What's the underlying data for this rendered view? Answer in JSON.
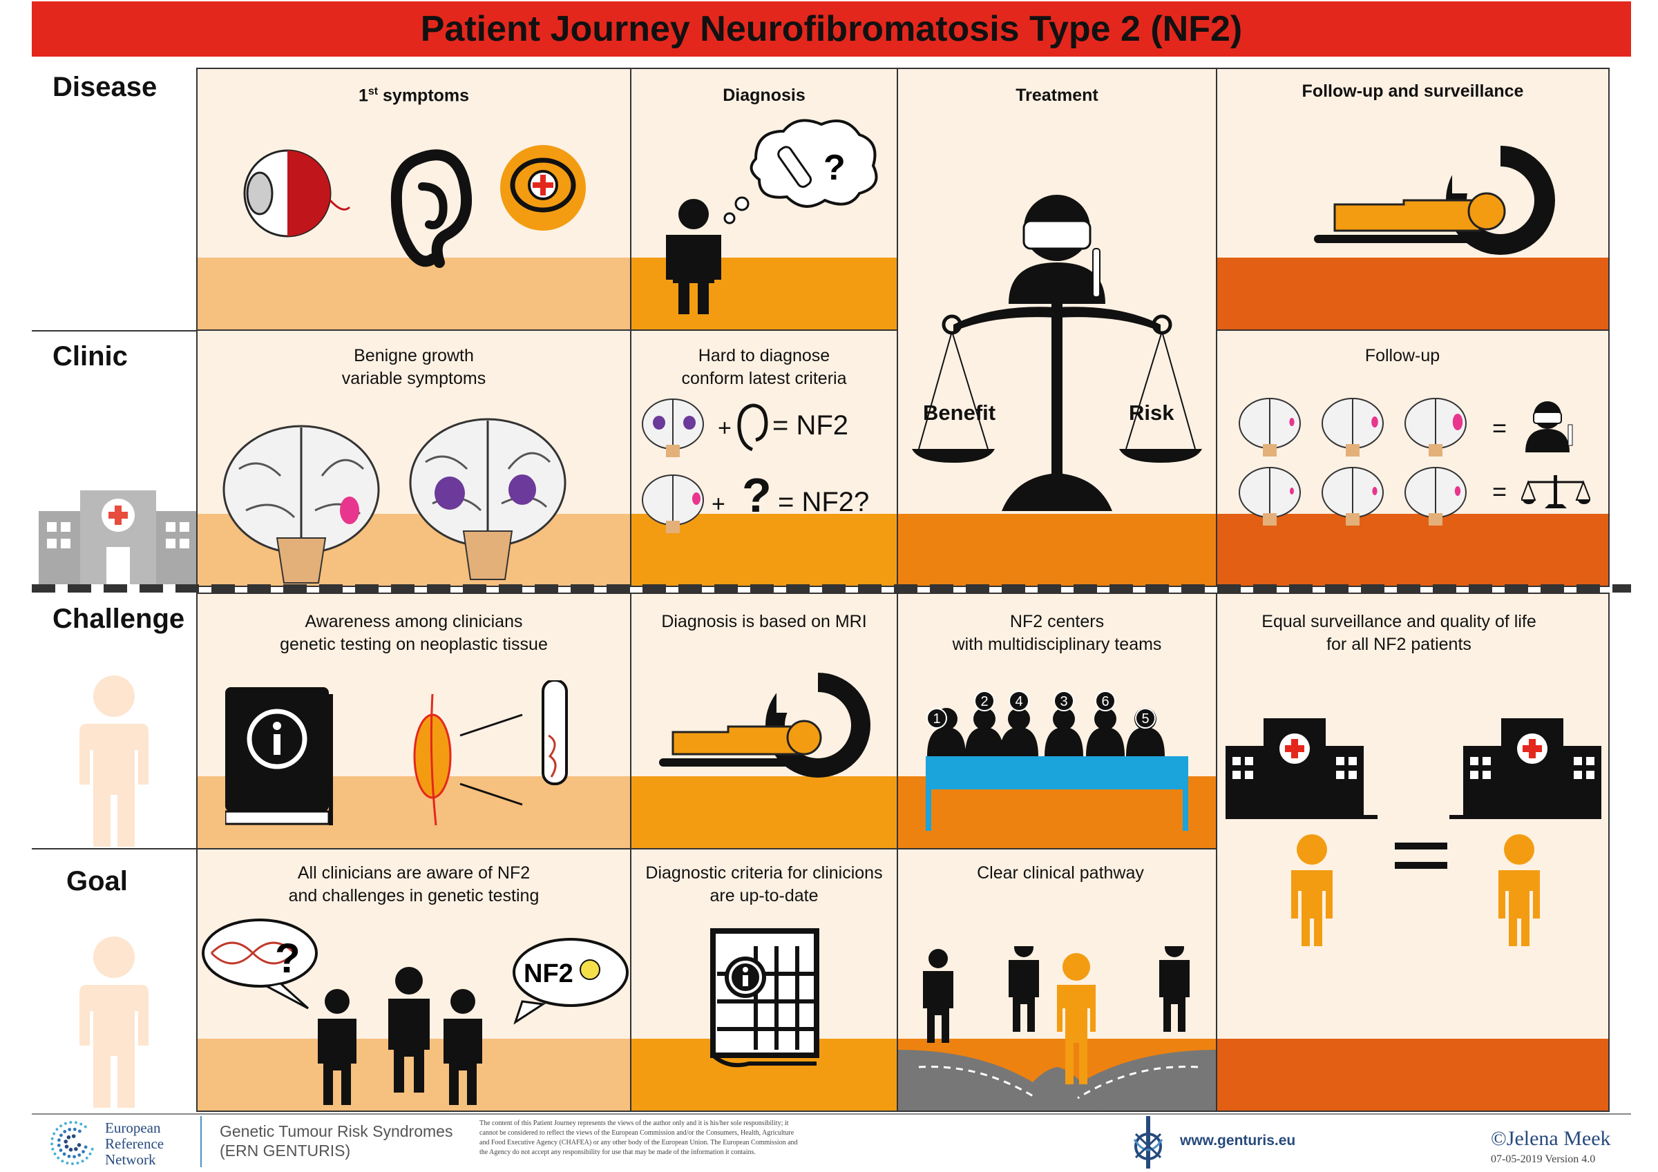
{
  "title": "Patient Journey Neurofibromatosis Type 2 (NF2)",
  "rows": {
    "disease": "Disease",
    "clinic": "Clinic",
    "challenge": "Challenge",
    "goal": "Goal"
  },
  "disease": {
    "symptoms_main": "1",
    "symptoms_sup": "st",
    "symptoms_rest": " symptoms",
    "diagnosis": "Diagnosis",
    "treatment": "Treatment",
    "followup": "Follow-up and surveillance"
  },
  "clinic": {
    "c1_line1": "Benigne growth",
    "c1_line2": "variable symptoms",
    "c2_line1": "Hard to diagnose",
    "c2_line2": "conform latest criteria",
    "eq1": "= NF2",
    "eq2": "= NF2?",
    "benefit": "Benefit",
    "risk": "Risk",
    "c4": "Follow-up",
    "plus": "+",
    "equals": "="
  },
  "challenge": {
    "c1_line1": "Awareness among clinicians",
    "c1_line2": "genetic testing on neoplastic tissue",
    "c2": "Diagnosis is based on MRI",
    "c3_line1": "NF2 centers",
    "c3_line2": "with multidisciplinary teams",
    "c4_line1": "Equal surveillance and quality of life",
    "c4_line2": "for all NF2 patients",
    "team_numbers": [
      "1",
      "2",
      "4",
      "3",
      "6",
      "5"
    ]
  },
  "goal": {
    "c1_line1": "All clinicians are aware of NF2",
    "c1_line2": "and challenges in genetic testing",
    "c2_line1": "Diagnostic criteria for clinicions",
    "c2_line2": "are up-to-date",
    "c3": "Clear clinical pathway",
    "bubble": "NF2"
  },
  "footer": {
    "ern_line1": "European",
    "ern_line2": "Reference",
    "ern_line3": "Network",
    "genturis_line1": "Genetic Tumour Risk Syndromes",
    "genturis_line2": "(ERN GENTURIS)",
    "disclaimer": [
      "The content of this Patient Journey represents the views of the author only and it is his/her sole responsibility; it",
      "cannot be considered to reflect the views of the European Commission and/or the Consumers, Health, Agriculture",
      "and Food Executive Agency (CHAFEA) or any other body of the European Union. The European Commission and",
      "the Agency do not accept any responsibility for use that may be made of the information it contains."
    ],
    "website": "www.genturis.eu",
    "copyright": "©Jelena Meek",
    "version": "07-05-2019 Version 4.0"
  },
  "colors": {
    "title_red": "#e4271d",
    "peach": "#f6c07e",
    "orange": "#f39c12",
    "dark_orange": "#ee8210",
    "burnt_orange": "#e35f13",
    "cream": "#fdf1e3",
    "table_blue": "#1ba3dc"
  }
}
